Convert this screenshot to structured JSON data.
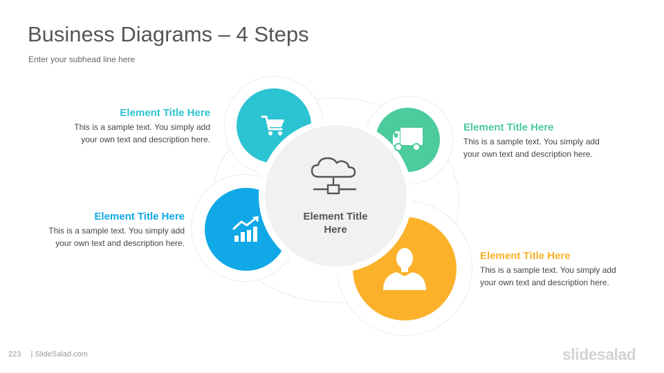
{
  "slide": {
    "title": "Business Diagrams – 4 Steps",
    "subhead": "Enter your subhead  line here"
  },
  "center": {
    "label_line1": "Element Title",
    "label_line2": "Here",
    "icon": "cloud-network-icon"
  },
  "steps": [
    {
      "title": "Element Title Here",
      "text_line1": "This is a sample text. You simply add",
      "text_line2": "your own text and description here.",
      "color": "#2cc3d3",
      "icon": "shopping-cart-icon"
    },
    {
      "title": "Element Title Here",
      "text_line1": "This is a sample text. You simply add",
      "text_line2": "your own text and description here.",
      "color": "#4ccb9c",
      "icon": "truck-icon"
    },
    {
      "title": "Element Title Here",
      "text_line1": "This is a sample text. You simply add",
      "text_line2": "your own text and description here.",
      "color": "#10a8e6",
      "icon": "growth-chart-icon"
    },
    {
      "title": "Element Title Here",
      "text_line1": "This is a sample text. You simply add",
      "text_line2": "your own text and description here.",
      "color": "#fbb12a",
      "icon": "user-icon"
    }
  ],
  "footer": {
    "page_number": "223",
    "site": "| SlideSalad.com",
    "brand": "slidesalad"
  }
}
